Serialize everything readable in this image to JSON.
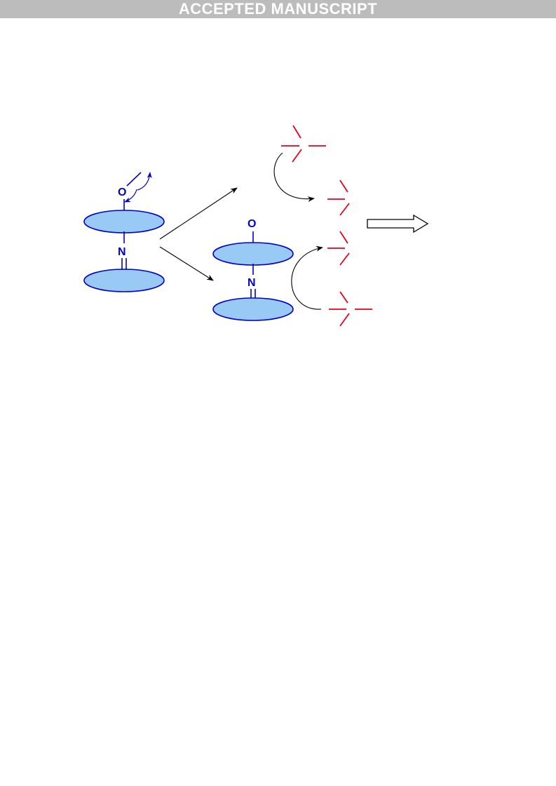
{
  "header": {
    "banner_text": "ACCEPTED MANUSCRIPT"
  },
  "scheme": {
    "atom_o_left": "O",
    "atom_n_left": "N",
    "atom_o_right": "O",
    "atom_n_right": "N"
  },
  "colors": {
    "blue": "#0000cc",
    "ellipse_fill": "#99c9f5",
    "radical_red": "#e8001c",
    "arrow": "#000000"
  }
}
